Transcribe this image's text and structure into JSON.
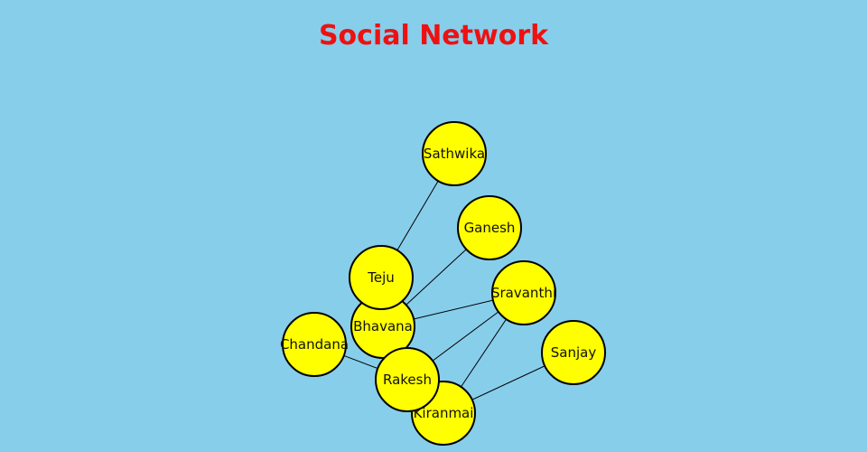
{
  "title": "Social Network",
  "colors": {
    "background": "#87CEEB",
    "title": "#EE1111",
    "node_fill": "#FFFF00",
    "node_stroke": "#000000",
    "edge": "#000000"
  },
  "nodes": [
    {
      "id": "sathwika",
      "label": "Sathwika"
    },
    {
      "id": "ganesh",
      "label": "Ganesh"
    },
    {
      "id": "teju",
      "label": "Teju"
    },
    {
      "id": "sravanthi",
      "label": "Sravanthi"
    },
    {
      "id": "bhavana",
      "label": "Bhavana"
    },
    {
      "id": "chandana",
      "label": "Chandana"
    },
    {
      "id": "sanjay",
      "label": "Sanjay"
    },
    {
      "id": "rakesh",
      "label": "Rakesh"
    },
    {
      "id": "kiranmai",
      "label": "Kiranmai"
    }
  ],
  "edges": [
    [
      "sathwika",
      "teju"
    ],
    [
      "ganesh",
      "bhavana"
    ],
    [
      "teju",
      "bhavana"
    ],
    [
      "sravanthi",
      "bhavana"
    ],
    [
      "sravanthi",
      "rakesh"
    ],
    [
      "sravanthi",
      "kiranmai"
    ],
    [
      "bhavana",
      "rakesh"
    ],
    [
      "chandana",
      "rakesh"
    ],
    [
      "rakesh",
      "kiranmai"
    ],
    [
      "sanjay",
      "kiranmai"
    ]
  ]
}
